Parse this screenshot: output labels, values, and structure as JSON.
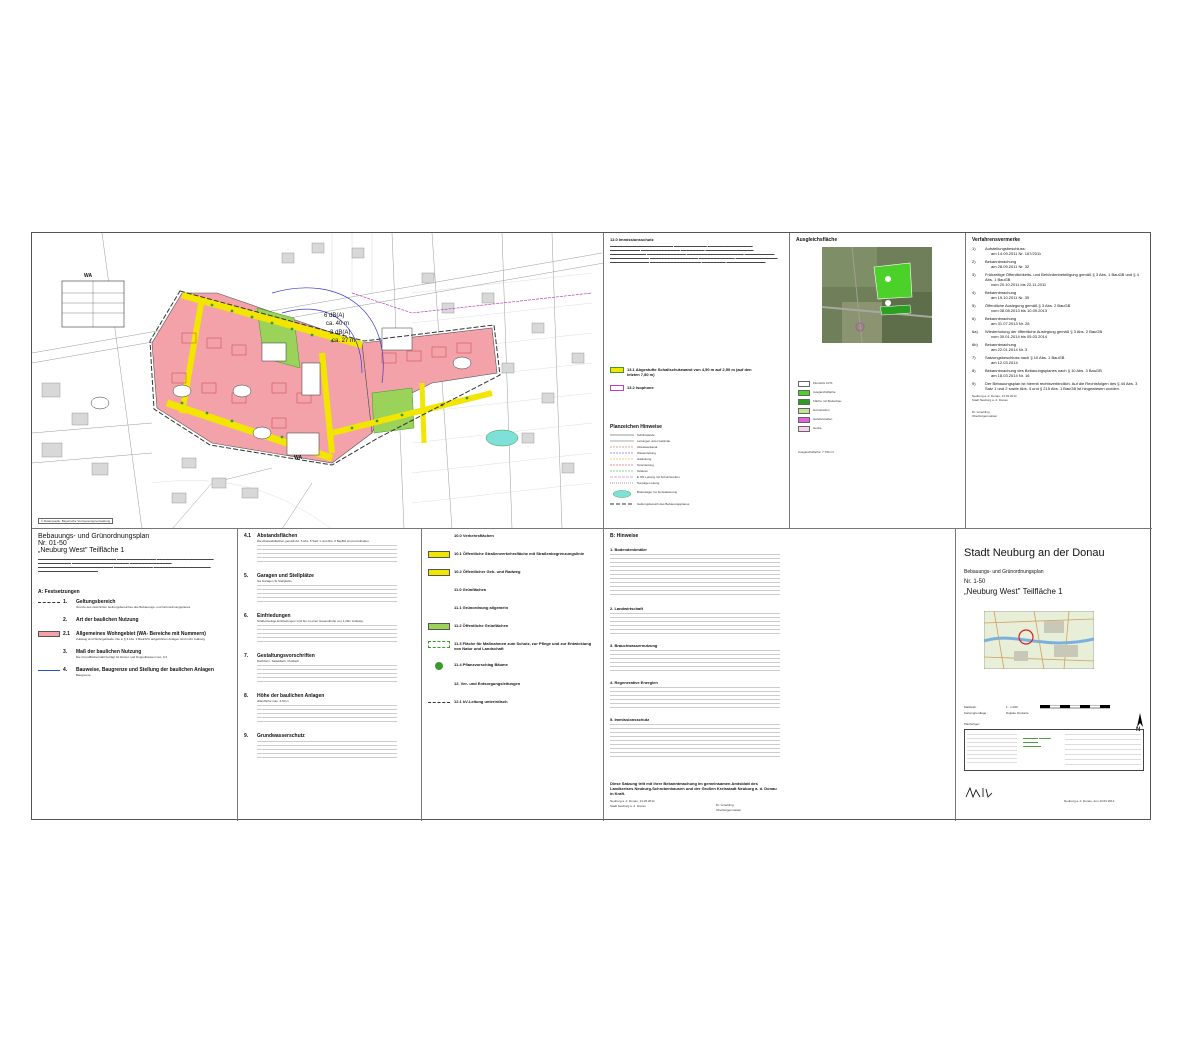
{
  "map": {
    "title_block": {
      "zone_label": "WA",
      "zone_label_2": "WA",
      "noise_label_1": "6 dB(A)",
      "noise_dist_1": "ca. 40 m",
      "noise_label_2": "3 dB(A)",
      "noise_dist_2": "ca. 27 m",
      "footnote": "© Datenquelle: Bayerische Vermessungsverwaltung"
    }
  },
  "hints": {
    "section_title": "12.0 Immissionsschutz",
    "planzeichen_title": "Planzeichen Hinweise",
    "noise_legend_1": "13.1 Abgestufte Schallschutzwand von 4,50 m auf 2,50 m (auf den letzten 7,80 m)",
    "noise_legend_2": "13.2 Isophone",
    "legend_items": [
      "Schlitzwände",
      "Leitungen unter Gelände",
      "Abwasserkanal",
      "Wasserleitung",
      "Gasleitung",
      "Stromleitung",
      "Telekom",
      "E.ON Leitung mit Schutzstreifen",
      "Sonstige Leitung",
      "Bodenlager zur Entwässerung",
      "Geltungsbereich des Bebauungsplanes"
    ]
  },
  "ausgleich": {
    "title": "Ausgleichsfläche",
    "legend": [
      "Flurstück 1071",
      "Ausgleichsfläche",
      "Fläche mit Bodenbau",
      "Grünstreifen",
      "Gehölzstreifen",
      "Hecke"
    ],
    "area_note": "Ausgleichsfläche: 7.750 m²"
  },
  "verfahren": {
    "title": "Verfahrensvermerke",
    "items": [
      {
        "n": "1)",
        "text": "Aufstellungsbeschluss:",
        "date": "am 14.09.2011 Nr. 167/2011"
      },
      {
        "n": "2)",
        "text": "Bekanntmachung",
        "date": "am 28.09.2011 Nr. 32"
      },
      {
        "n": "3)",
        "text": "Frühzeitige Öffentlichkeits- und Behördenbeteiligung gemäß § 3 Abs. 1 BauGB und § 4 Abs. 1 BauGB",
        "date": "vom 20.10.2011 bis 22.11.2011"
      },
      {
        "n": "4)",
        "text": "Bekanntmachung",
        "date": "am 19.10.2011 Nr. 35"
      },
      {
        "n": "5)",
        "text": "Öffentliche Auslegung gemäß § 3 Abs. 2 BauGB",
        "date": "vom 08.08.2013 bis 10.09.2013"
      },
      {
        "n": "6)",
        "text": "Bekanntmachung",
        "date": "am 31.07.2013 Nr. 28"
      },
      {
        "n": "6a)",
        "text": "Wiederholung der öffentliche Auslegung gemäß § 3 Abs. 2 BauGB",
        "date": "vom 30.01.2014 bis 05.03.2014"
      },
      {
        "n": "6b)",
        "text": "Bekanntmachung",
        "date": "am 22.01.2014 Nr. 3"
      },
      {
        "n": "7)",
        "text": "Satzungsbeschluss nach § 10 Abs. 1 BauGB",
        "date": "am 12.03.2014"
      },
      {
        "n": "8)",
        "text": "Bekanntmachung des Bebauungsplanes nach § 10 Abs. 3 BauGB",
        "date": "am 18.03.2014 Nr. 16"
      },
      {
        "n": "9)",
        "text": "Der Bebauungsplan ist hiermit rechtsverbindlich. Auf die Rechtsfolgen des § 44 Abs. 3 Satz 1 und 2 sowie Abs. 4 und § 215 Abs. 1 BauGB ist hingewiesen worden.",
        "date": ""
      }
    ],
    "place_date": "Neuburg a. d. Donau, 13.03.2014",
    "stadt": "Stadt Neuburg a. d. Donau",
    "sign_title": "Dr. Gmehling",
    "sign_role": "Oberbürgermeister"
  },
  "festsetzungen": {
    "heading_1": "Bebauungs- und Grünordnungsplan",
    "heading_2": "Nr. 01-50",
    "heading_3": "„Neuburg West\" Teilfläche 1",
    "section_a": "A: Festsetzungen",
    "items": [
      {
        "num": "1.",
        "label": "Geltungsbereich",
        "desc": "Grenze des räumlichen Geltungsbereiches des Bebauungs- und Grünordnungsplanes"
      },
      {
        "num": "2.",
        "label": "Art der baulichen Nutzung",
        "desc": ""
      },
      {
        "num": "2.1",
        "label": "Allgemeines Wohngebiet (WA- Bereiche mit Nummern)",
        "desc": "Zulässig sind Wohngebäude. Die in § 4 Abs. 3 BauNVO aufgeführten Anlagen sind nicht zulässig."
      },
      {
        "num": "3.",
        "label": "Maß der baulichen Nutzung",
        "desc": "Die Grundflächenzahl beträgt für Einzel- und Doppelhäuser max. 0,3"
      },
      {
        "num": "4.",
        "label": "Bauweise, Baugrenze und Stellung der baulichen Anlagen",
        "desc": "Baugrenze"
      }
    ],
    "col2": [
      {
        "num": "4.1",
        "label": "Abstandsflächen",
        "desc": "Die Abstandsflächen gemäß Art. 6 Abs. 5 Satz 1 und Abs. 6 BayBO sind einzuhalten."
      },
      {
        "num": "5.",
        "label": "Garagen und Stellplätze",
        "desc": "Ga Garagen  St Stellplätze"
      },
      {
        "num": "6.",
        "label": "Einfriedungen",
        "desc": "Straßenseitige Einfriedungen sind bis zu einer Gesamthöhe von 1,20m zulässig."
      },
      {
        "num": "7.",
        "label": "Gestaltungsvorschriften",
        "desc": "Dachform: Satteldach, Pultdach"
      },
      {
        "num": "8.",
        "label": "Höhe der baulichen Anlagen",
        "desc": "Wandhöhe max. 6,50 m"
      },
      {
        "num": "9.",
        "label": "Grundwasserschutz",
        "desc": ""
      }
    ],
    "col3": [
      {
        "label": "10.0 Verkehrsflächen"
      },
      {
        "label": "10.1 Öffentliche Straßenverkehrsfläche mit Straßenbegrenzungslinie"
      },
      {
        "label": "10.2 Öffentlicher Geh- und Radweg"
      },
      {
        "label": "11.0 Grünflächen"
      },
      {
        "label": "11.1 Grünordnung allgemein"
      },
      {
        "label": "11.2 Öffentliche Grünflächen"
      },
      {
        "label": "11.3 Fläche für Maßnahmen zum Schutz, zur Pflege und zur Entwicklung von Natur und Landschaft"
      },
      {
        "label": "11.4 Pflanzvorschlag Bäume"
      },
      {
        "label": "12. Ver- und Entsorgungsleitungen"
      },
      {
        "label": "12.1 kV-Leitung unterirdisch"
      }
    ]
  },
  "hinweise": {
    "title": "B: Hinweise",
    "items": [
      "1. Bodendenkmäler",
      "2. Landwirtschaft",
      "3. Brauchwassernutzung",
      "4. Regenerative Energien",
      "5. Immissionsschutz"
    ],
    "closing": "Diese Satzung tritt mit ihrer Bekanntmachung im gemeinsamen Amtsblatt des Landkreises Neuburg-Schrobenhausen und der Großen Kreisstadt Neuburg a. d. Donau in Kraft.",
    "place_date": "Neuburg a. d. Donau, 13.03.2014",
    "stadt": "Stadt Neuburg a. d. Donau",
    "sign_name": "Dr. Gmehling",
    "sign_role": "Oberbürgermeister"
  },
  "titleblock": {
    "city": "Stadt Neuburg an der Donau",
    "plan_type": "Bebauungs- und Grünordnungsplan",
    "plan_nr": "Nr. 1-50",
    "plan_name": "„Neuburg West\" Teilfläche 1",
    "scale_label": "Maßstab:",
    "scale_value": "1 : 1.000",
    "basis_label": "Kartengrundlage :",
    "basis_value": "Digitale Flurkarte",
    "planfertiger": "Planfertiger:",
    "north": "N",
    "footer": "Neuburg a. d. Donau, den 13.03.2014"
  },
  "colors": {
    "wa_pink": "#f3a2a9",
    "road_yellow": "#f2e600",
    "green": "#9bd25a",
    "dark_green": "#3a9a2a",
    "water": "#7ee0d8",
    "boundary": "#555555",
    "noise_blue": "#3b3bd6",
    "magenta": "#c040c0"
  }
}
